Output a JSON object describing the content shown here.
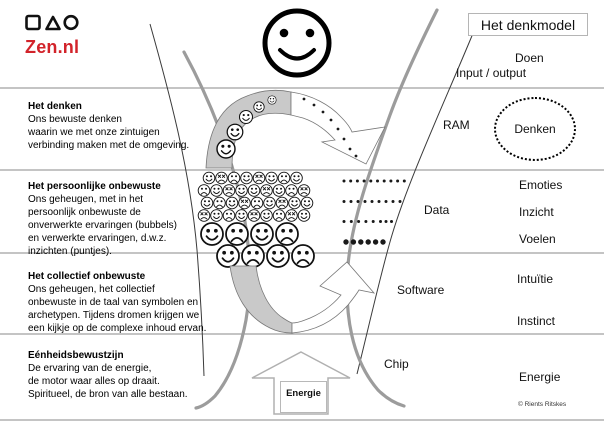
{
  "brand": {
    "name": "Zen.nl"
  },
  "title": "Het denkmodel",
  "labels": {
    "doen": "Doen",
    "input_output": "Input / output",
    "ram": "RAM",
    "denken": "Denken",
    "data": "Data",
    "emoties": "Emoties",
    "inzicht": "Inzicht",
    "voelen": "Voelen",
    "software": "Software",
    "intuitie": "Intuïtie",
    "instinct": "Instinct",
    "chip": "Chip",
    "energie": "Energie",
    "energie_arrow": "Energie"
  },
  "left_blocks": [
    {
      "title": "Het denken",
      "body": "Ons bewuste denken\nwaarin we met onze zintuigen\nverbinding maken met de omgeving."
    },
    {
      "title": "Het persoonlijke onbewuste",
      "body": "Ons geheugen, met in het\npersoonlijk onbewuste de\nonverwerkte ervaringen (bubbels)\nen verwerkte ervaringen, d.w.z.\ninzichten (puntjes)."
    },
    {
      "title": "Het collectief onbewuste",
      "body": "Ons geheugen, het collectief\nonbewuste in de taal van symbolen en\narchetypen. Tijdens dromen krijgen we\neen kijkje op de complexe inhoud ervan."
    },
    {
      "title": "Eénheidsbewustzijn",
      "body": "De ervaring van de energie,\nde motor waar alles op draait.\nSpiritueel, de bron van alle bestaan."
    }
  ],
  "credit": "© Rients Ritskes",
  "colors": {
    "brand_red": "#d2232a",
    "line_gray": "#8a8a8a",
    "fill_gray": "#c9c9c9"
  }
}
